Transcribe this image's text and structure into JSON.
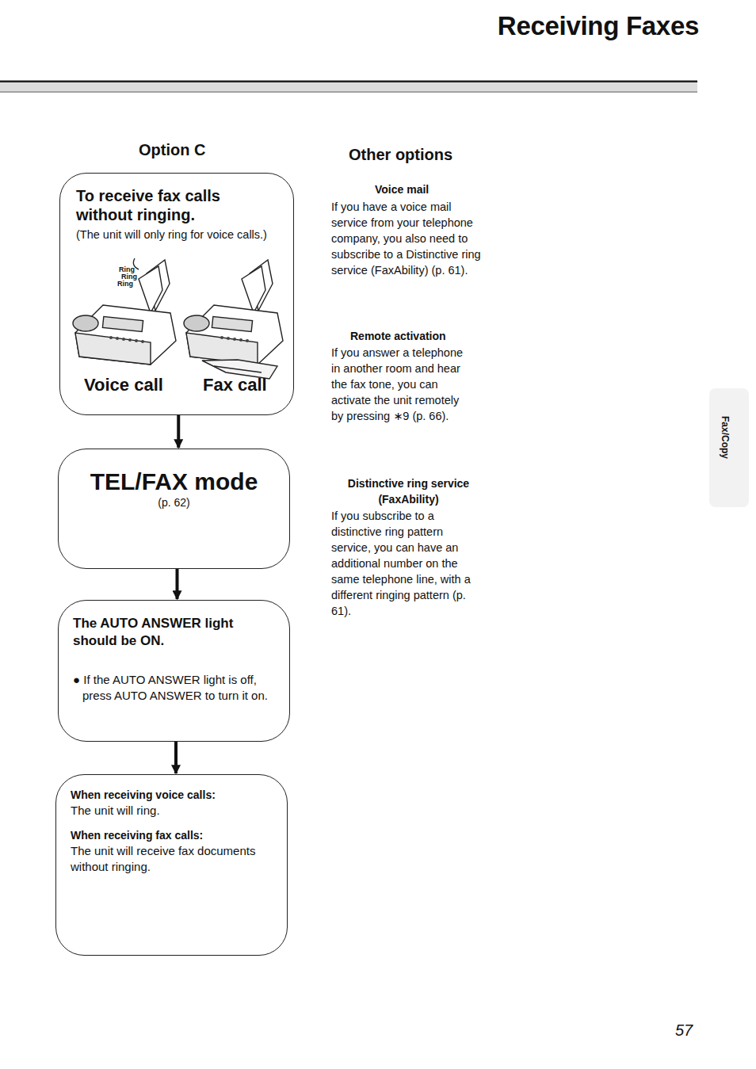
{
  "diagram": {
    "title": "Receiving Faxes",
    "nodes": [
      {
        "text": [
          "To receive fax calls without ringing.",
          "(The unit will only ring for voice calls.)",
          "Voice call",
          "Fax call"
        ]
      },
      {
        "text": [
          "TEL/FAX mode",
          "(p. 62)"
        ]
      },
      {
        "text": [
          "The AUTO ANSWER light should be ON.",
          "● If the AUTO ANSWER light is off, press AUTO ANSWER to turn it on."
        ]
      },
      {
        "text": [
          "When receiving voice calls:",
          "The unit will ring.",
          "When receiving fax calls:",
          "The unit will receive fax documents without ringing."
        ]
      }
    ],
    "edges": [
      {
        "from": 0,
        "to": 1,
        "arrow": "to"
      },
      {
        "from": 1,
        "to": 2,
        "arrow": "to"
      },
      {
        "from": 2,
        "to": 3,
        "arrow": "to"
      }
    ],
    "labels": [
      "Option C",
      "Other options",
      "Voice mail",
      "If you have a voice mail service from your telephone company, you also need to subscribe to a Distinctive ring service (FaxAbility) (p. 61).",
      "Remote activation",
      "If you answer a telephone in another room and hear the fax tone, you can activate the unit remotely by pressing ∗9 (p. 66).",
      "Distinctive ring service (FaxAbility)",
      "If you subscribe to a distinctive ring pattern service, you can have an additional number on the same telephone line, with a different ringing pattern (p. 61).",
      "Fax/Copy",
      "57",
      "Ring",
      "Ring",
      "Ring"
    ]
  }
}
